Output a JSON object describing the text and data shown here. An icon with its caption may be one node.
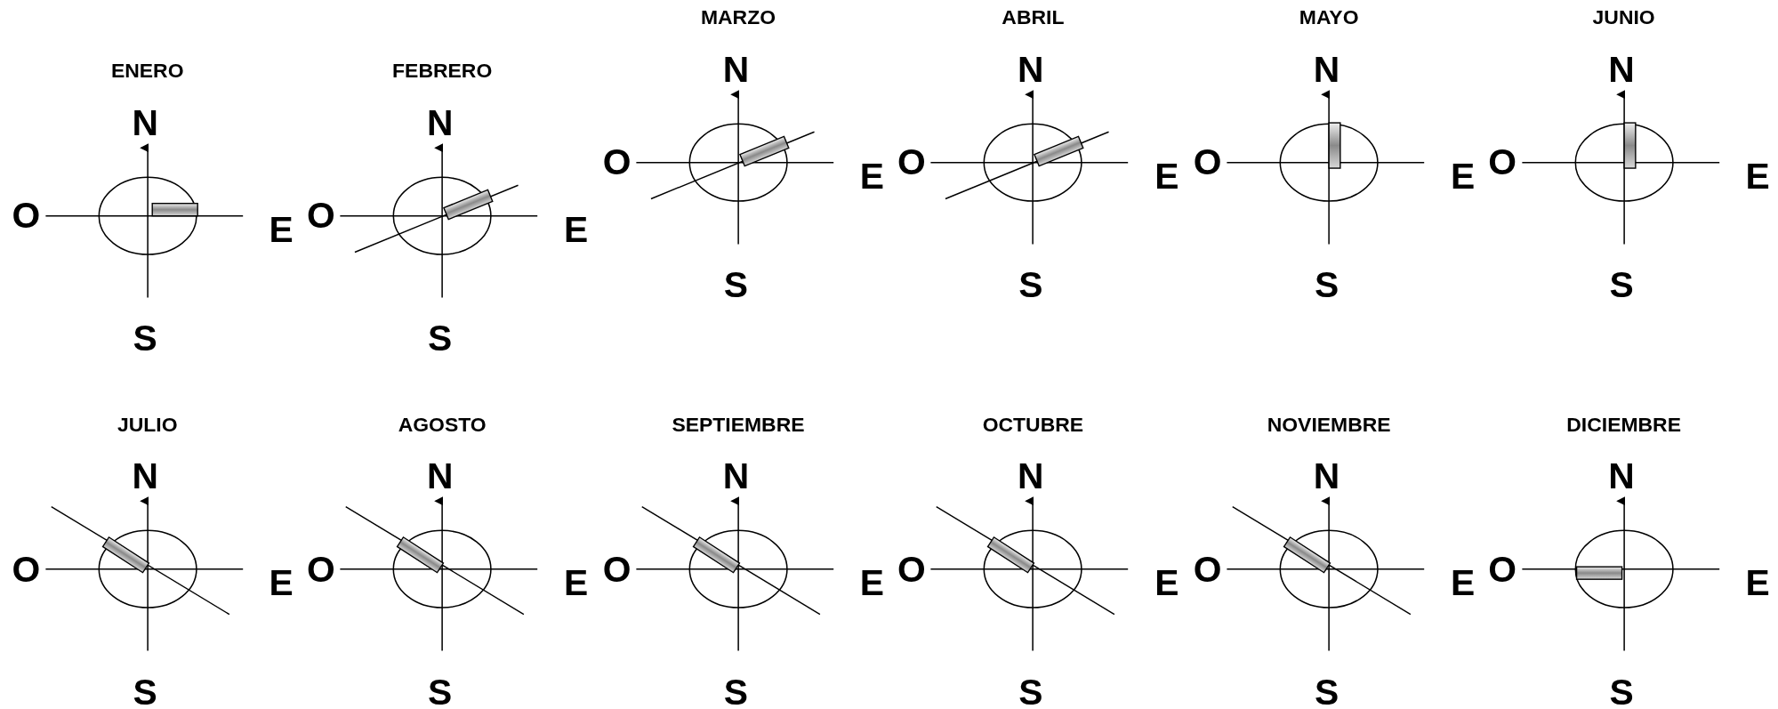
{
  "diagram": {
    "labels": [
      "ENERO",
      "N",
      "O",
      "E",
      "S",
      "FEBRERO",
      "N",
      "O",
      "E",
      "S",
      "MARZO",
      "N",
      "O",
      "E",
      "S",
      "ABRIL",
      "N",
      "O",
      "E",
      "S",
      "MAYO",
      "N",
      "O",
      "E",
      "S",
      "JUNIO",
      "N",
      "O",
      "E",
      "S",
      "JULIO",
      "N",
      "O",
      "E",
      "S",
      "AGOSTO",
      "N",
      "O",
      "E",
      "S",
      "SEPTIEMBRE",
      "N",
      "O",
      "E",
      "S",
      "OCTUBRE",
      "N",
      "O",
      "E",
      "S",
      "NOVIEMBRE",
      "N",
      "O",
      "E",
      "S",
      "DICIEMBRE",
      "N",
      "O",
      "E",
      "S"
    ]
  }
}
